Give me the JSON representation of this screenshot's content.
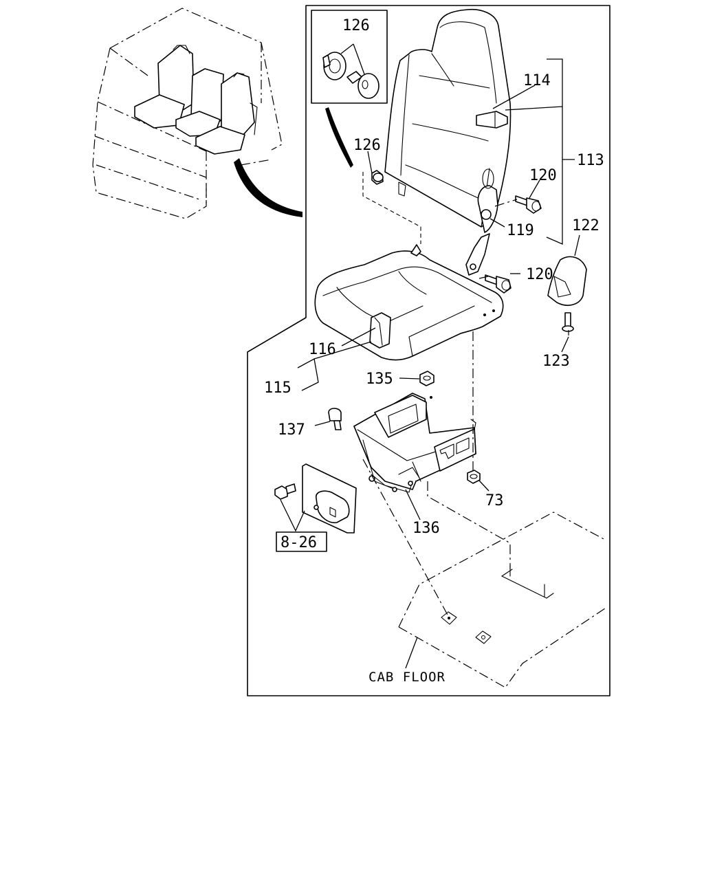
{
  "callouts": {
    "p126_inset": "126",
    "p126": "126",
    "p114": "114",
    "p113": "113",
    "p120_upper": "120",
    "p119": "119",
    "p120_lower": "120",
    "p122": "122",
    "p123": "123",
    "p116": "116",
    "p115": "115",
    "p135": "135",
    "p137": "137",
    "p73": "73",
    "p136": "136",
    "ref_8_26": "8-26"
  },
  "annotations": {
    "cab_floor": "CAB FLOOR"
  }
}
